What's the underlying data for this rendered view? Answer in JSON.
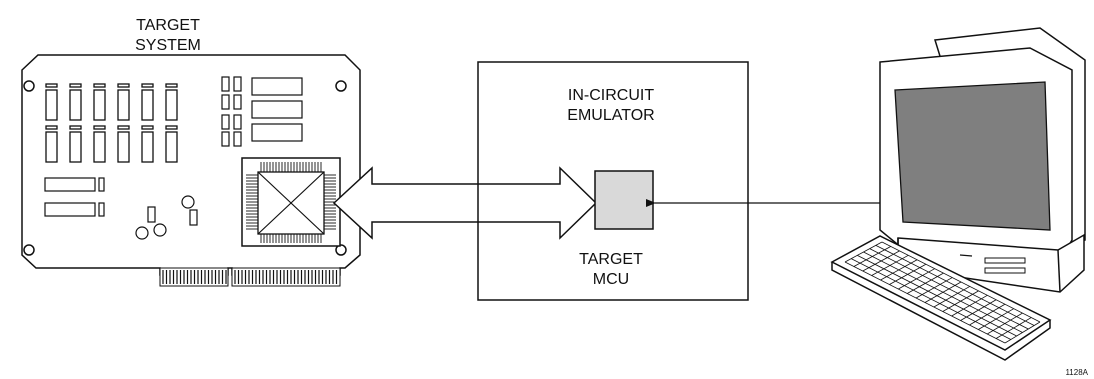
{
  "labels": {
    "target_system_line1": "TARGET",
    "target_system_line2": "SYSTEM",
    "ice_line1": "IN-CIRCUIT",
    "ice_line2": "EMULATOR",
    "mcu_line1": "TARGET",
    "mcu_line2": "MCU",
    "figure_id": "1128A"
  },
  "colors": {
    "line": "#111111",
    "mcu_fill": "#d9d9d9",
    "screen_fill": "#7f7f7f",
    "background": "#ffffff"
  }
}
